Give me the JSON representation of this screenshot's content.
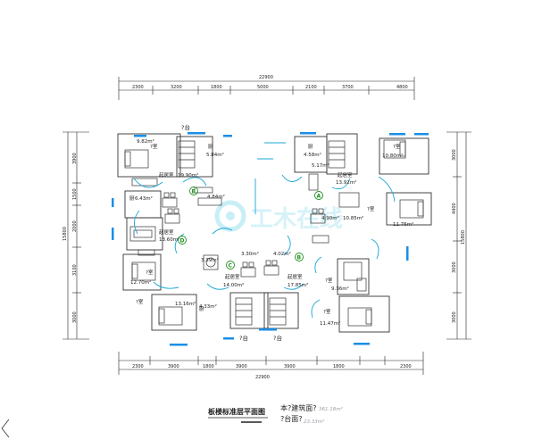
{
  "title": "板楼标准层平面图",
  "info_line1": "本?建筑面?",
  "info_line2": "?台面?",
  "info_value1": "361.18m²",
  "info_value2": "23.33m²",
  "watermark": "工木在线",
  "dimensions": {
    "top_total": "22900",
    "top_segments": [
      "2300",
      "3200",
      "1800",
      "5000",
      "2100",
      "3700",
      "4800"
    ],
    "bottom_total": "22900",
    "bottom_segments": [
      "2300",
      "3900",
      "1800",
      "3900",
      "3900",
      "1800",
      "2300"
    ],
    "left_total": "15800",
    "left_segments": [
      "3900",
      "1500",
      "2000",
      "3100",
      "3000"
    ],
    "right_total": "15800",
    "right_segments": [
      "3000",
      "4400",
      "3000",
      "3000"
    ]
  },
  "rooms": {
    "bal_top_left": "?台",
    "bed_tl": "?室",
    "area_tl": "9.82m²",
    "kitchen_tl": "厨",
    "kitchen_tl_area": "5.84m²",
    "living_tl": "起居室",
    "living_tl_area": "19.90m²",
    "kitchen_tr": "厨",
    "kitchen_tr_area": "4.58m²",
    "area_tr_small": "5.17m²",
    "bed_tr": "?室",
    "bed_tr_area": "10.80m²",
    "living_tr": "起居室",
    "living_tr_area": "13.92m²",
    "bath_l1": "厨",
    "bath_l1_area": "6.43m²",
    "area_c1": "4.84m²",
    "living_l2": "起居室",
    "living_l2_area": "13.60m²",
    "bed_r2": "?室",
    "bed_r2_area": "10.85m²",
    "area_r2b": "4.90m²",
    "area_r3": "11.76m²",
    "bed_l3": "?室",
    "bed_l3_area": "12.70m²",
    "area_c2": "3.39m²",
    "area_c3": "3.30m²",
    "area_c4": "4.02m²",
    "living_bl": "起居室",
    "living_bl_area": "14.00m²",
    "living_br": "起居室",
    "living_br_area": "17.85m²",
    "bed_br_top": "?室",
    "bed_br_area": "9.36m²",
    "bed_bl": "?室",
    "bath_bl": "厨",
    "area_bl": "13.16m²",
    "area_bl2": "4.33m²",
    "bed_br": "?室",
    "bed_br2_area": "11.47m²",
    "bal_bot_1": "?台",
    "bal_bot_2": "?台",
    "axis_a": "A",
    "axis_b": "B",
    "axis_c": "C",
    "axis_d": "D",
    "axis_e": "E"
  }
}
